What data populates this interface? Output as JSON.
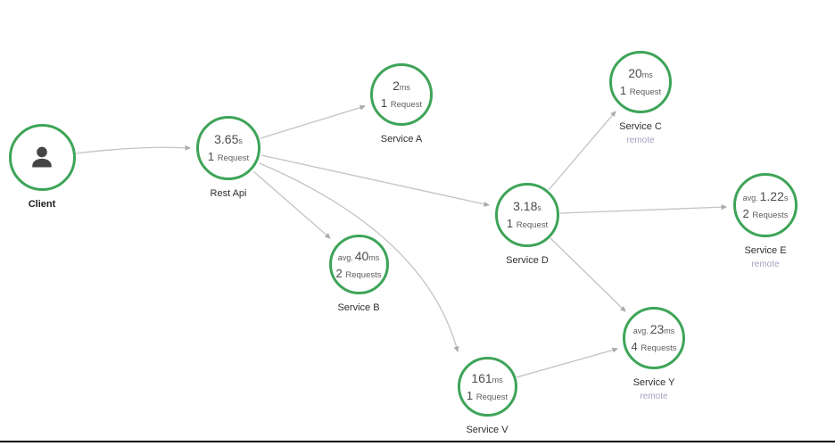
{
  "diagram_type": "service-dependency-map",
  "colors": {
    "node_border": "#3ea458",
    "node_fill": "#ffffff",
    "edge": "#c3c3c3",
    "arrowhead": "#ababab",
    "metric_text": "#4c4c4c",
    "label_text": "#2e2e2e",
    "remote_text": "#a2a2c0",
    "person_icon": "#454545",
    "divider": "#000000"
  },
  "nodes": [
    {
      "id": "client",
      "label": "Client",
      "icon": "person-icon"
    },
    {
      "id": "rest-api",
      "label": "Rest Api",
      "duration": "3.65",
      "unit": "s",
      "count": "1",
      "count_word": "Request"
    },
    {
      "id": "service-a",
      "label": "Service A",
      "duration": "2",
      "unit": "ms",
      "count": "1",
      "count_word": "Request"
    },
    {
      "id": "service-b",
      "label": "Service B",
      "avg": "avg.",
      "duration": "40",
      "unit": "ms",
      "count": "2",
      "count_word": "Requests"
    },
    {
      "id": "service-c",
      "label": "Service C",
      "duration": "20",
      "unit": "ms",
      "count": "1",
      "count_word": "Request",
      "badge": "remote"
    },
    {
      "id": "service-d",
      "label": "Service D",
      "duration": "3.18",
      "unit": "s",
      "count": "1",
      "count_word": "Request"
    },
    {
      "id": "service-e",
      "label": "Service E",
      "avg": "avg.",
      "duration": "1.22",
      "unit": "s",
      "count": "2",
      "count_word": "Requests",
      "badge": "remote"
    },
    {
      "id": "service-v",
      "label": "Service V",
      "duration": "161",
      "unit": "ms",
      "count": "1",
      "count_word": "Request"
    },
    {
      "id": "service-y",
      "label": "Service Y",
      "avg": "avg.",
      "duration": "23",
      "unit": "ms",
      "count": "4",
      "count_word": "Requests",
      "badge": "remote"
    }
  ],
  "edges": [
    {
      "from": "client",
      "to": "rest-api"
    },
    {
      "from": "rest-api",
      "to": "service-a"
    },
    {
      "from": "rest-api",
      "to": "service-d"
    },
    {
      "from": "rest-api",
      "to": "service-b"
    },
    {
      "from": "rest-api",
      "to": "service-v"
    },
    {
      "from": "service-d",
      "to": "service-c"
    },
    {
      "from": "service-d",
      "to": "service-e"
    },
    {
      "from": "service-d",
      "to": "service-y"
    },
    {
      "from": "service-v",
      "to": "service-y"
    }
  ]
}
